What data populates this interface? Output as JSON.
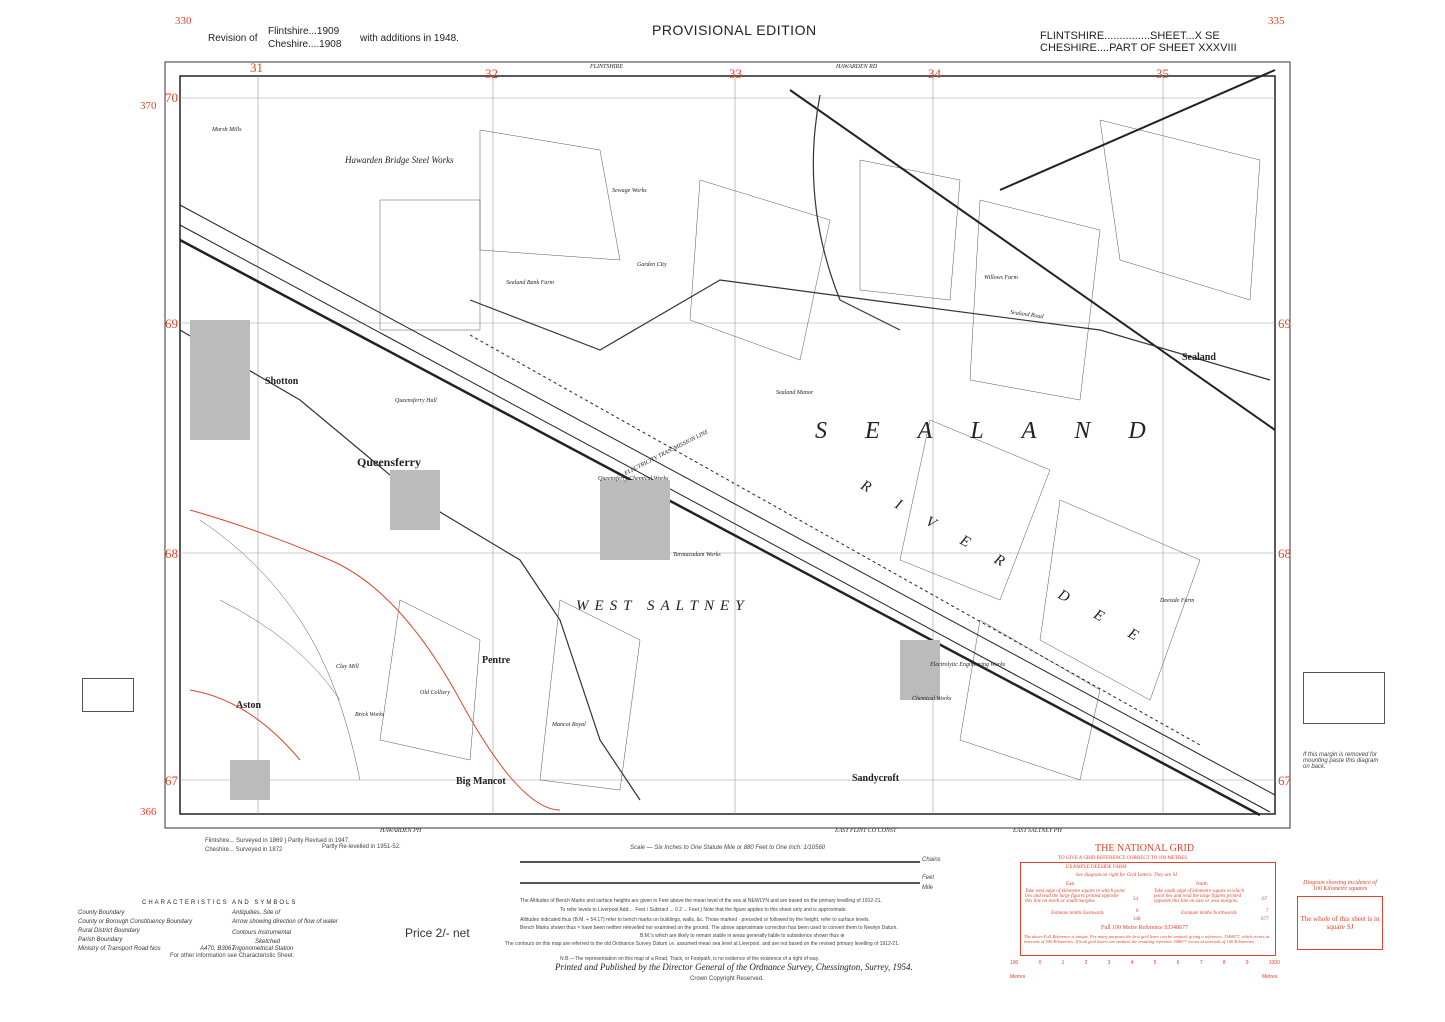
{
  "header": {
    "edition": "PROVISIONAL EDITION",
    "revision_prefix": "Revision of",
    "revision_lines": [
      "Flintshire...1909",
      "Cheshire....1908"
    ],
    "revision_suffix": "with additions in 1948.",
    "sheet_lines": [
      "FLINTSHIRE...............SHEET...X SE",
      "CHESHIRE....PART OF SHEET XXXVIII"
    ]
  },
  "margin": {
    "top_labels": [
      "FLINTSHIRE",
      "HAWARDEN RD"
    ],
    "bottom_labels": [
      "HAWARDEN PH",
      "EAST FLINT CO CONST",
      "EAST SALTNEY PH"
    ],
    "eastings": [
      "31",
      "32",
      "33",
      "34",
      "35"
    ],
    "northings": [
      "70",
      "69",
      "68",
      "67"
    ],
    "corner_top_left": "370",
    "corner_bottom_left": "366",
    "side_left": "330",
    "side_right": "335"
  },
  "places": {
    "major": [
      "SEALAND",
      "WEST SALTNEY",
      "RIVER DEE",
      "Queensferry",
      "Shotton",
      "Sealand",
      "Sandycroft",
      "Big Mancot",
      "Pentre",
      "Aston"
    ],
    "minor": [
      "Hawarden Bridge Steel Works",
      "Garden City",
      "Queensferry Hall",
      "Queensferry Chemical Works",
      "Tarmacadam Works",
      "Electrolytic Engineering Works",
      "Chemical Works",
      "Mancot Royal",
      "Marsh Mills",
      "Sealand Bank Farm",
      "Sealand Road",
      "Willows Farm",
      "Deeside Farm",
      "ELECTRICITY TRANSMISSION LINE",
      "Sewage Works",
      "Brick Works",
      "Old Colliery",
      "Clay Mill",
      "Sealand Manor"
    ]
  },
  "footer": {
    "survey_lines": [
      "Flintshire... Surveyed in 1869 } Partly Revised in 1947.",
      "Cheshire... Surveyed in 1872",
      "Partly Re-levelled in 1951-52."
    ],
    "scale_text": "Scale — Six Inches to One Statute Mile or 880 Feet to One Inch: 1/10560",
    "scale_chains": "Chains",
    "scale_feet": "Feet",
    "scale_mile": "Mile",
    "notes": [
      "The Altitudes of Bench Marks and surface heights are given in Feet above the mean level of the sea at NEWLYN and are based on the primary levelling of 1912-21.",
      "To refer levels to Liverpool  Add ... Feet / Subtract ... 0.2 ... Feet  } Note that the figure applies to this sheet only and is approximate.",
      "Altitudes indicated thus (B.M. + 54.17) refer to bench marks on buildings, walls, &c. Those marked · preceded or followed by the height, refer to surface levels.",
      "Bench Marks shown thus × have been neither relevelled nor examined on the ground. The above approximate correction has been used to convert them to Newlyn Datum.",
      "B.M.'s which are likely to remain stable in areas generally liable to subsidence shown thus ⊕",
      "The contours on this map are referred to the old Ordnance Survey Datum i.e. assumed mean sea level at Liverpool, and are not based on the revised primary levelling of 1912-21.",
      "N.B.—The representation on this map of a Road, Track, or Footpath, is no evidence of the existence of a right of way."
    ],
    "publisher": "Printed and Published by the Director General of the Ordnance Survey, Chessington, Surrey, 1954.",
    "copyright": "Crown Copyright Reserved.",
    "price": "Price 2/- net",
    "other_info": "For other information see Characteristic Sheet."
  },
  "legend": {
    "title": "CHARACTERISTICS AND SYMBOLS",
    "left": [
      "County Boundary",
      "County or Borough Constituency Boundary",
      "Rural District Boundary",
      "Parish Boundary",
      "Ministry of Transport Road Nos"
    ],
    "right": [
      "Antiquities, Site of",
      "Arrow showing direction of flow of water",
      "Contours  Instrumental",
      "Sketched",
      "Trigonometrical Station"
    ],
    "road_no": "A470, B3067"
  },
  "national_grid": {
    "title": "THE NATIONAL GRID",
    "subtitle": "TO GIVE A GRID REFERENCE CORRECT TO 100 METRES",
    "example": "EXAMPLE  DEESIDE FARM",
    "see_diagram": "See diagram on right for Grid Letters.  They are SJ",
    "east_head": "East",
    "north_head": "North",
    "east_text": "Take west edge of kilometre square in which point lies and read the large figures printed opposite this line on north or south margins.",
    "north_text": "Take south edge of kilometre square in which point lies and read the large figures printed opposite this line on east or west margins.",
    "east_estimate": "Estimate tenths Eastwards",
    "north_estimate": "Estimate tenths Northwards",
    "east_values": [
      "34",
      "8",
      "348"
    ],
    "north_values": [
      "67",
      "7",
      "677"
    ],
    "full_ref": "Full 100 Metre Reference SJ348677",
    "note": "The above Full Reference is unique. For many purposes the first grid letter can be omitted, giving a reference, J348677, which recurs at intervals of 500 Kilometres. If both grid letters are omitted, the resulting reference 348677 recurs at intervals of 100 Kilometres.",
    "scale_ticks": [
      "100",
      "0",
      "1",
      "2",
      "3",
      "4",
      "5",
      "6",
      "7",
      "8",
      "9",
      "1000"
    ],
    "metres": "Metres"
  },
  "diagram_100km": {
    "title": "Diagram showing incidence of 100 Kilometre squares",
    "text": "The whole of this sheet is in square SJ"
  },
  "inset_note": "If this margin is removed for mounting paste this diagram on back.",
  "colors": {
    "grid_red": "#e0442a",
    "ink": "#222222",
    "contour": "#e0442a"
  }
}
